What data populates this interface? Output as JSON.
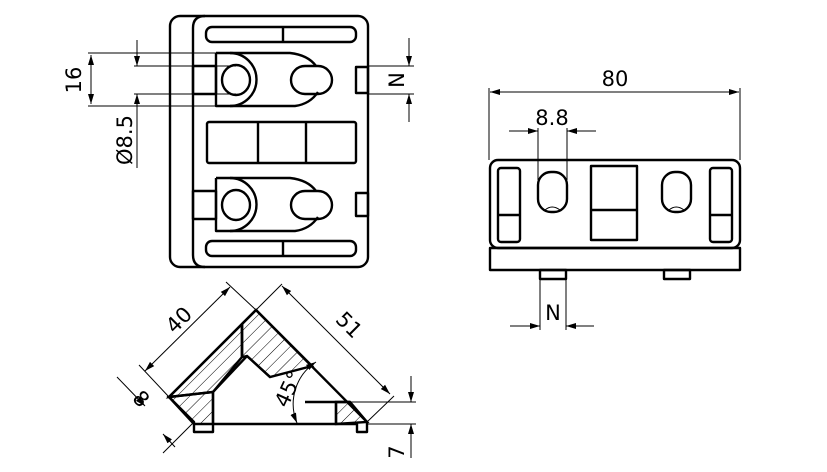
{
  "front_view": {
    "dim_height": "16",
    "dim_diameter": "Ø8.5",
    "dim_slot": "N"
  },
  "side_view": {
    "dim_width": "80",
    "dim_hole": "8.8",
    "dim_slot": "N"
  },
  "section_view": {
    "dim_leg": "40",
    "dim_hyp": "51",
    "dim_thickness": "8",
    "dim_angle": "45°",
    "dim_base": "7"
  }
}
